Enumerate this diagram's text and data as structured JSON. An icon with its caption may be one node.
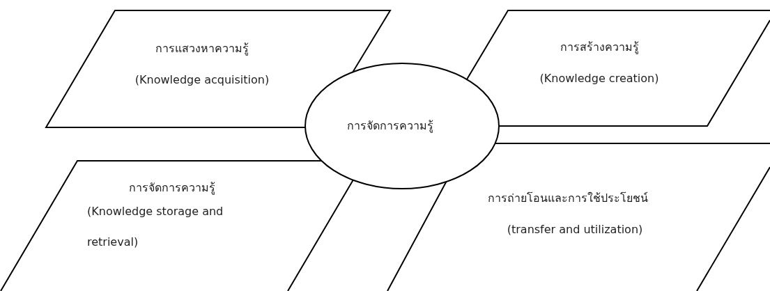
{
  "diagram": {
    "nodes": [
      {
        "text": [
          "การแสวงหาความรู้",
          "(Knowledge acquisition)"
        ]
      },
      {
        "text": [
          "การสร้างความรู้",
          "(Knowledge creation)"
        ]
      },
      {
        "text": [
          "การจัดการความรู้"
        ]
      },
      {
        "text": [
          "การจัดการความรู้",
          "(Knowledge storage and retrieval)"
        ]
      },
      {
        "text": [
          "การถ่ายโอนและการใช้ประโยชน์",
          "(transfer and utilization)"
        ]
      }
    ]
  }
}
